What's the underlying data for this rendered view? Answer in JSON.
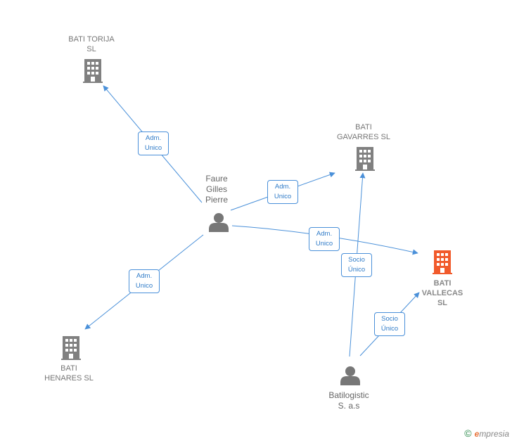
{
  "colors": {
    "edge": "#4a90d9",
    "company": "#808080",
    "focus": "#f15a2b",
    "person": "#777777"
  },
  "nodes": {
    "bati_torija": {
      "label": "BATI TORIJA\nSL",
      "icon": "building-icon"
    },
    "bati_gavarres": {
      "label": "BATI\nGAVARRES  SL",
      "icon": "building-icon"
    },
    "bati_vallecas": {
      "label": "BATI\nVALLECAS\nSL",
      "icon": "building-icon"
    },
    "bati_henares": {
      "label": "BATI\nHENARES  SL",
      "icon": "building-icon"
    },
    "faure": {
      "label": "Faure\nGilles\nPierre",
      "icon": "person-icon"
    },
    "batilogistic": {
      "label": "Batilogistic\nS. a.s",
      "icon": "person-icon"
    }
  },
  "edges": {
    "faure_torija": {
      "label": "Adm.\nUnico"
    },
    "faure_gavarres": {
      "label": "Adm.\nUnico"
    },
    "faure_vallecas": {
      "label": "Adm.\nUnico"
    },
    "faure_henares": {
      "label": "Adm.\nUnico"
    },
    "batilogistic_gavarres": {
      "label": "Socio\nÚnico"
    },
    "batilogistic_vallecas": {
      "label": "Socio\nÚnico"
    }
  },
  "footer": {
    "copyright": "©",
    "brand_first": "e",
    "brand_rest": "mpresia"
  }
}
